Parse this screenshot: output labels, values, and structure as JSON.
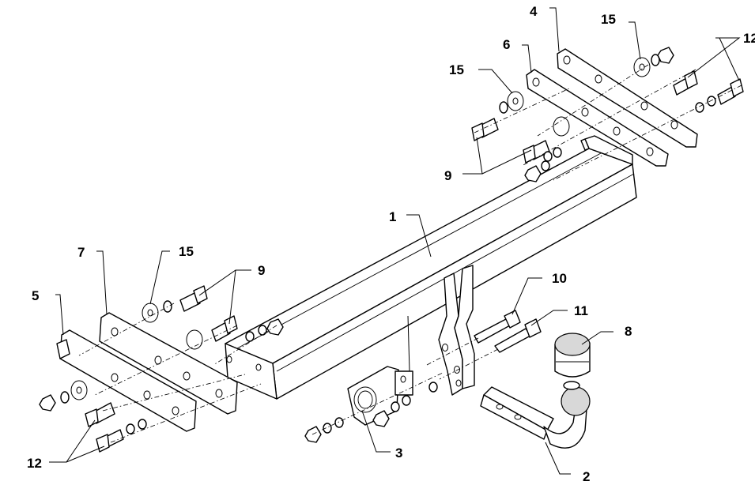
{
  "callouts": {
    "c1": "1",
    "c2": "2",
    "c3": "3",
    "c4": "4",
    "c5": "5",
    "c6": "6",
    "c7": "7",
    "c8": "8",
    "c9_right": "9",
    "c9_left": "9",
    "c10": "10",
    "c11": "11",
    "c12_right": "12",
    "c12_left": "12",
    "c15_top": "15",
    "c15_mid": "15",
    "c15_left": "15"
  },
  "colors": {
    "line": "#000000",
    "background": "#ffffff",
    "ball_shade": "#d8d8d8"
  }
}
